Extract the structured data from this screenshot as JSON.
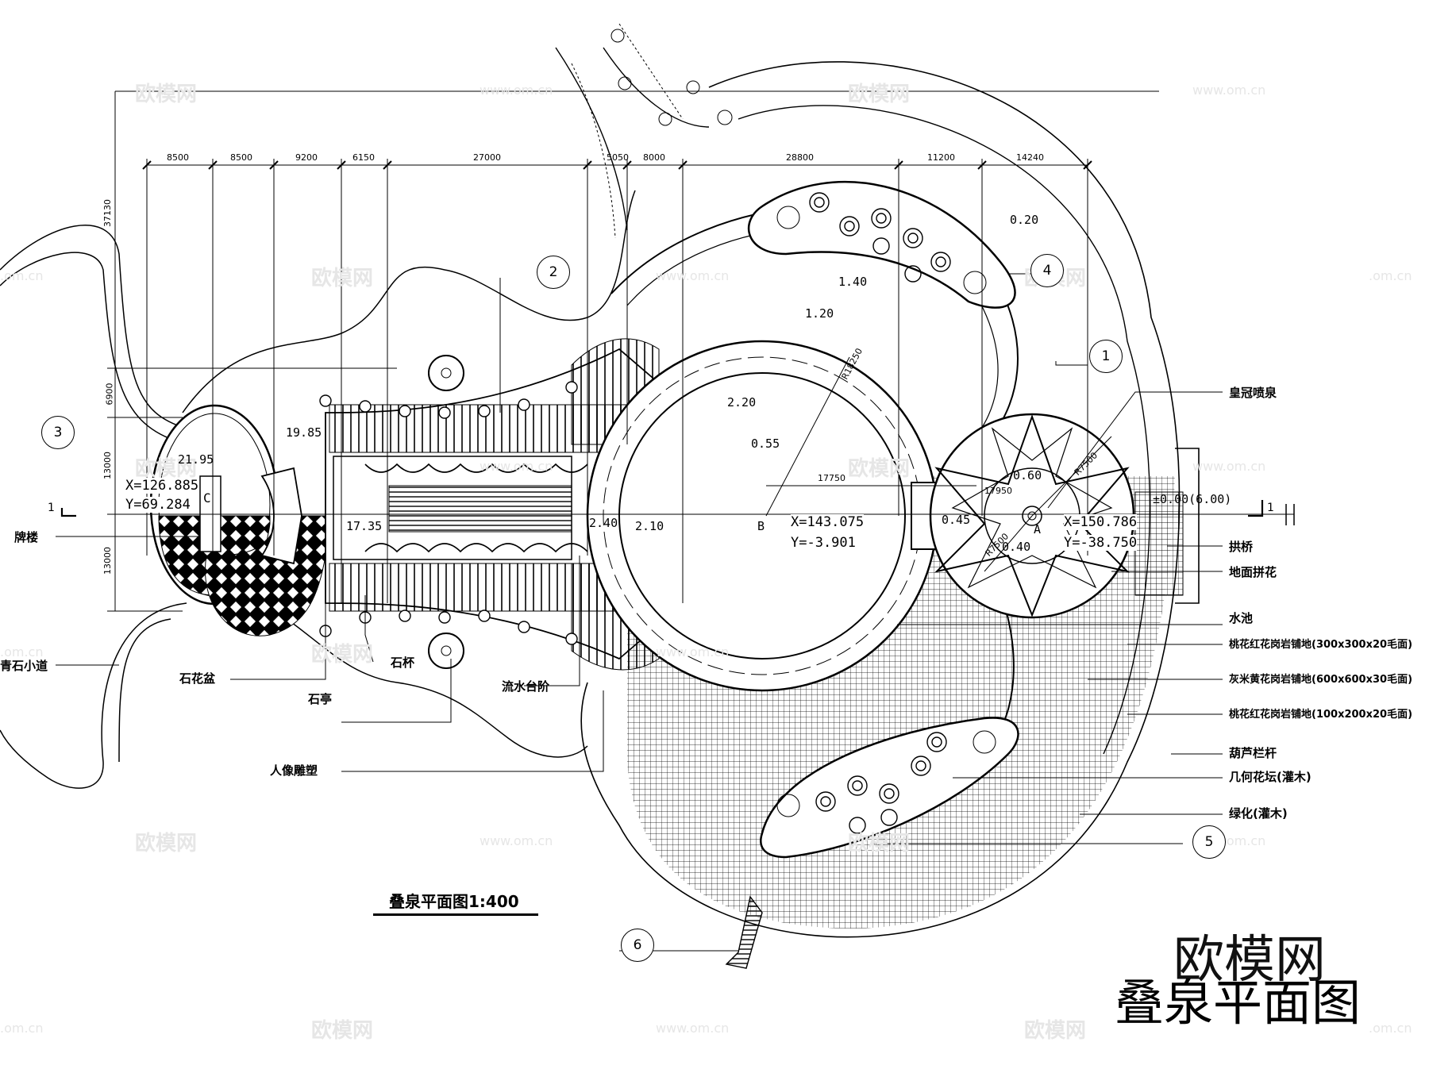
{
  "drawing": {
    "title": "叠泉平面图1:400",
    "big_title": "叠泉平面图",
    "brand": "欧模网"
  },
  "watermarks": {
    "brand": "欧模网",
    "url": "www.om.cn",
    "domain": ".om.cn"
  },
  "dimensions_top": [
    "8500",
    "8500",
    "9200",
    "6150",
    "27000",
    "5050",
    "8000",
    "28800",
    "11200",
    "14240"
  ],
  "dimensions_left": [
    "37130",
    "6900",
    "13000",
    "13000"
  ],
  "radii": [
    "R18250",
    "R7500",
    "R7500"
  ],
  "elevations": [
    "0.20",
    "1.40",
    "1.20",
    "2.20",
    "0.55",
    "19.85",
    "21.95",
    "17.35",
    "2.40",
    "2.10",
    "0.60",
    "0.45",
    "0.40",
    "±0.00(6.00)"
  ],
  "coordinates": {
    "c": {
      "x": "X=126.885",
      "y": "Y=69.284",
      "label": "C"
    },
    "b": {
      "x": "X=143.075",
      "y": "Y=-3.901",
      "label": "B"
    },
    "a": {
      "x": "X=150.786",
      "y": "Y=-38.750",
      "label": "A"
    }
  },
  "internal_dims": [
    "17750",
    "17950"
  ],
  "section_marks": [
    "1",
    "1"
  ],
  "callout_numbers": [
    "1",
    "2",
    "3",
    "4",
    "5",
    "6"
  ],
  "labels_left": [
    "牌楼",
    "青石小道",
    "石花盆",
    "石杯",
    "石亭",
    "流水台阶",
    "人像雕塑"
  ],
  "labels_right": [
    "皇冠喷泉",
    "拱桥",
    "地面拼花",
    "水池",
    "桃花红花岗岩铺地(300x300x20毛面)",
    "灰米黄花岗岩铺地(600x600x30毛面)",
    "桃花红花岗岩铺地(100x200x20毛面)",
    "葫芦栏杆",
    "几何花坛(灌木)",
    "绿化(灌木)"
  ]
}
